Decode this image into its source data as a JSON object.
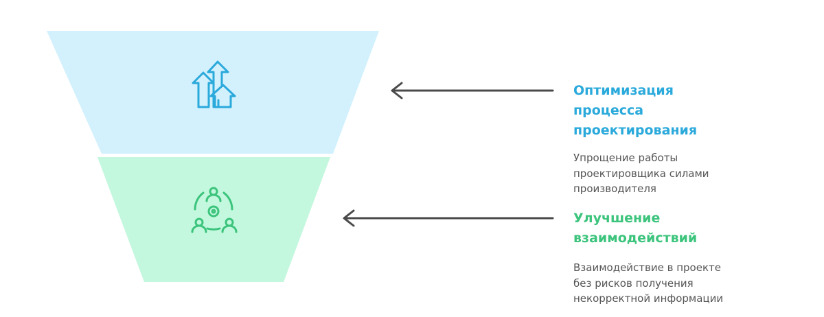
{
  "colors": {
    "top_fill": "#d2f1fd",
    "bottom_fill": "#c3f8de",
    "blue": "#2aa9db",
    "green": "#3cc47c",
    "arrow": "#4a4a4a"
  },
  "stages": [
    {
      "icon": "growth-arrows-icon",
      "title": "Оптимизация\nпроцесса\nпроектирования",
      "description": "Упрощение работы\nпроектировщика силами\nпроизводителя"
    },
    {
      "icon": "team-collaboration-icon",
      "title": "Улучшение\nвзаимодействий",
      "description": "Взаимодействие в проекте\nбез рисков получения\nнекорректной информации"
    }
  ]
}
